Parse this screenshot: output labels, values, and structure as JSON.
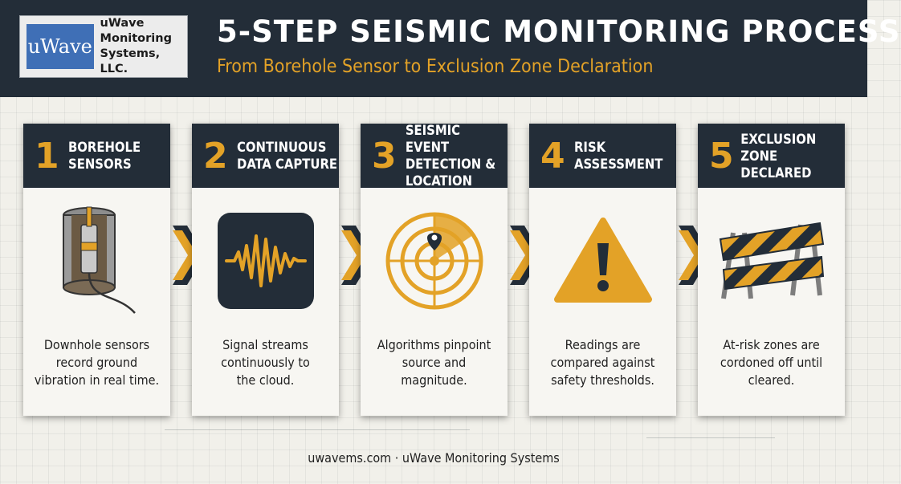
{
  "header": {
    "title": "5-STEP SEISMIC MONITORING PROCESS",
    "subtitle": "From Borehole Sensor to Exclusion Zone Declaration"
  },
  "logo": {
    "mark": "uWave",
    "line1": "uWave",
    "line2": "Monitoring",
    "line3": "Systems, LLC."
  },
  "steps": [
    {
      "number": "1",
      "title": "BOREHOLE\nSENSORS",
      "description": "Downhole sensors\nrecord ground\nvibration in real time.",
      "icon": "borehole-sensor-icon"
    },
    {
      "number": "2",
      "title": "CONTINUOUS\nDATA CAPTURE",
      "description": "Signal streams\ncontinuously to\nthe cloud.",
      "icon": "waveform-icon"
    },
    {
      "number": "3",
      "title": "SEISMIC EVENT\nDETECTION &\nLOCATION",
      "description": "Algorithms pinpoint\nsource and\nmagnitude.",
      "icon": "radar-icon"
    },
    {
      "number": "4",
      "title": "RISK\nASSESSMENT",
      "description": "Readings are\ncompared against\nsafety thresholds.",
      "icon": "warning-triangle-icon"
    },
    {
      "number": "5",
      "title": "EXCLUSION\nZONE DECLARED",
      "description": "At-risk zones are\ncordoned off until\ncleared.",
      "icon": "barricade-icon"
    }
  ],
  "footer": "uwavems.com · uWave Monitoring Systems",
  "colors": {
    "navy": "#232d38",
    "accent": "#e3a227",
    "background": "#f1f0ea",
    "logo_blue": "#3f6fb6"
  }
}
